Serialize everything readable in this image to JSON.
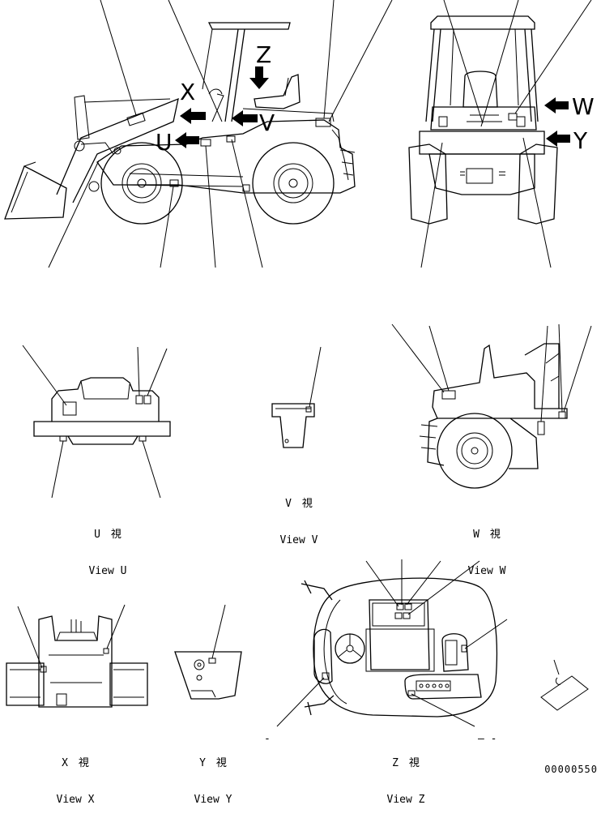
{
  "view_letters": {
    "x": "X",
    "z": "Z",
    "v": "V",
    "u": "U",
    "w": "W",
    "y": "Y"
  },
  "view_labels": {
    "u": {
      "jp": "U　視",
      "en": "View U"
    },
    "v": {
      "jp": "V　視",
      "en": "View V"
    },
    "w": {
      "jp": "W　視",
      "en": "View W"
    },
    "x": {
      "jp": "X　視",
      "en": "View X"
    },
    "y": {
      "jp": "Y　視",
      "en": "View Y"
    },
    "z": {
      "jp": "Z　視",
      "en": "View Z"
    }
  },
  "extra_marks": {
    "y_dash": "-",
    "z_dashes": "– -"
  },
  "part_number": "00000550",
  "icons": [
    "arrow-left-icon",
    "arrow-down-icon"
  ]
}
